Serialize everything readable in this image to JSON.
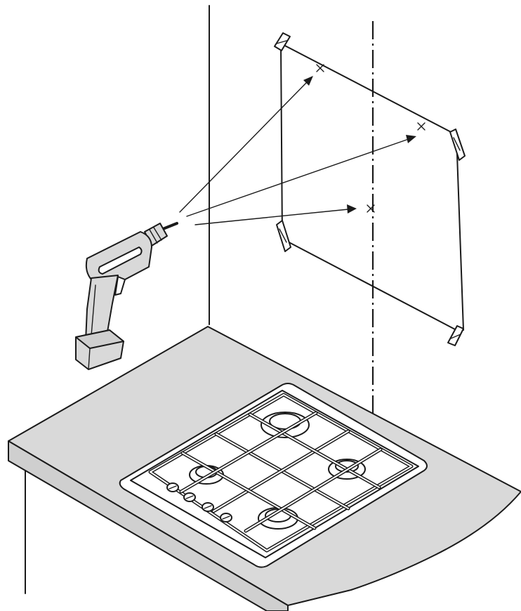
{
  "diagram": {
    "subject": "hood-wall-mounting-drilling",
    "elements": [
      "wall-corner",
      "mounting-template",
      "drill",
      "worktop",
      "gas-hob"
    ],
    "drill_marks": 3,
    "hob_burners": 4,
    "hob_knobs": 4
  }
}
